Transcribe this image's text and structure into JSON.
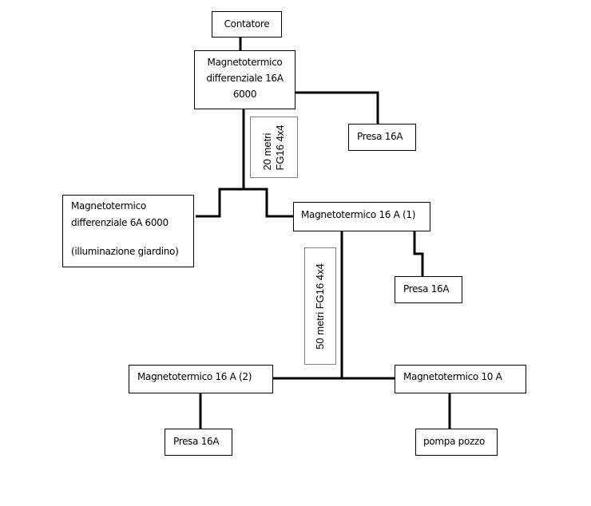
{
  "diagram": {
    "nodes": {
      "contatore": {
        "label": "Contatore"
      },
      "mt_diff_16a": {
        "lines": [
          "Magnetotermico",
          "differenziale 16A",
          "6000"
        ]
      },
      "presa_top": {
        "label": "Presa 16A"
      },
      "mt_diff_6a": {
        "lines": [
          "Magnetotermico",
          "differenziale 6A  6000",
          "(illuminazione giardino)"
        ]
      },
      "mt_16a_1": {
        "label": "Magnetotermico 16 A (1)"
      },
      "presa_mid": {
        "label": "Presa 16A"
      },
      "mt_16a_2": {
        "label": "Magnetotermico 16 A (2)"
      },
      "mt_10a": {
        "label": "Magnetotermico 10 A"
      },
      "presa_bottom": {
        "label": "Presa 16A"
      },
      "pompa": {
        "label": "pompa pozzo"
      }
    },
    "cable_notes": {
      "cable_1": {
        "lines": [
          "20  metri",
          "FG16  4x4"
        ]
      },
      "cable_2": {
        "lines": [
          "50  metri  FG16   4x4"
        ]
      }
    },
    "colors": {
      "wire": "#000000",
      "box_border": "#000000",
      "note_border": "#808080",
      "background": "#ffffff"
    }
  }
}
